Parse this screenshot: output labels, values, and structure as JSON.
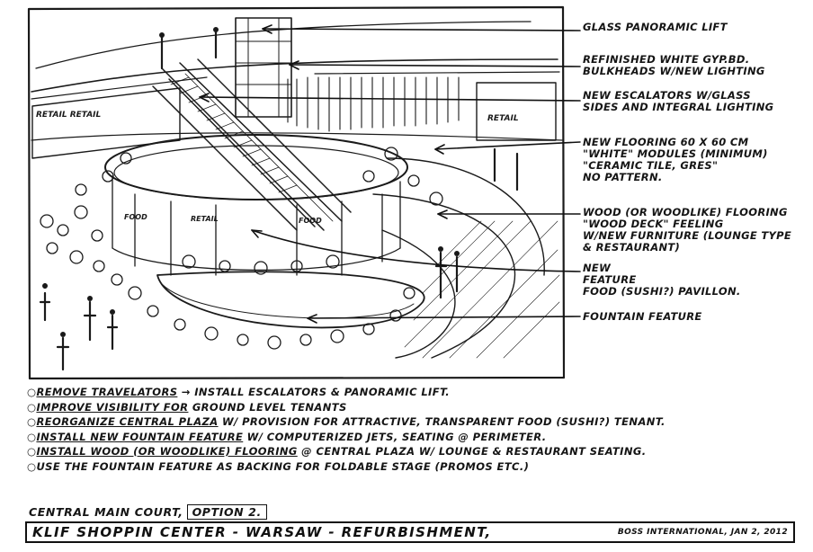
{
  "annotations": [
    "GLASS PANORAMIC LIFT",
    "REFINISHED WHITE GYP.BD.\nBULKHEADS W/NEW LIGHTING",
    "NEW ESCALATORS W/GLASS\nSIDES AND INTEGRAL LIGHTING",
    "NEW FLOORING 60 X 60 CM\n\"WHITE\" MODULES (MINIMUM)\n\"CERAMIC TILE, GRES\"\nNO PATTERN.",
    "WOOD (OR WOODLIKE) FLOORING\n\"WOOD DECK\" FEELING\nW/NEW FURNITURE (LOUNGE TYPE\n& RESTAURANT)",
    "NEW\nFEATURE\nFOOD (SUSHI?) PAVILLON.",
    "FOUNTAIN FEATURE"
  ],
  "sketch_labels": {
    "retail_left": "RETAIL RETAIL",
    "retail_right": "RETAIL",
    "food": "FOOD",
    "retail_center": "RETAIL",
    "food_right": "FOOD"
  },
  "notes": [
    {
      "lead": "REMOVE TRAVELATORS",
      "rest": " → INSTALL ESCALATORS & PANORAMIC LIFT."
    },
    {
      "lead": "IMPROVE VISIBILITY FOR",
      "rest": " GROUND LEVEL TENANTS"
    },
    {
      "lead": "REORGANIZE CENTRAL PLAZA",
      "rest": " W/ PROVISION FOR ATTRACTIVE, TRANSPARENT FOOD (SUSHI?) TENANT."
    },
    {
      "lead": "INSTALL NEW FOUNTAIN FEATURE",
      "rest": " W/ COMPUTERIZED JETS, SEATING @ PERIMETER."
    },
    {
      "lead": "INSTALL WOOD (OR WOODLIKE) FLOORING",
      "rest": " @ CENTRAL PLAZA W/ LOUNGE & RESTAURANT SEATING."
    },
    {
      "lead": "",
      "rest": "USE THE FOUNTAIN FEATURE AS BACKING FOR FOLDABLE STAGE (PROMOS ETC.)"
    }
  ],
  "court": {
    "label": "CENTRAL MAIN COURT,",
    "option": "OPTION 2."
  },
  "title": {
    "main": "KLIF SHOPPIN CENTER - WARSAW - REFURBISHMENT,",
    "credit": "BOSS INTERNATIONAL, JAN 2, 2012"
  }
}
